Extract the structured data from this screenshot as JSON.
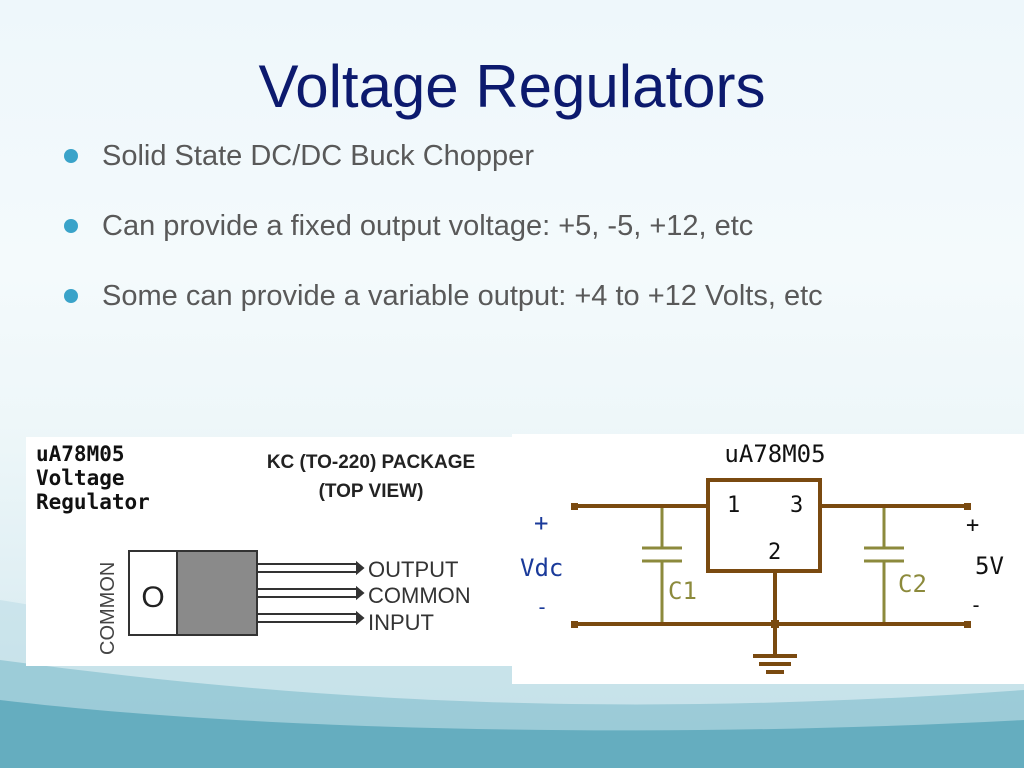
{
  "slide": {
    "title": "Voltage Regulators",
    "bullets": [
      "Solid State DC/DC Buck Chopper",
      "Can provide a fixed output voltage: +5, -5, +12, etc",
      "Some can provide a variable output: +4 to +12 Volts, etc"
    ]
  },
  "package_figure": {
    "part_line1": "uA78M05",
    "part_line2": "Voltage",
    "part_line3": "Regulator",
    "package_line1": "KC (TO-220) PACKAGE",
    "package_line2": "(TOP VIEW)",
    "side_label": "COMMON",
    "tab_label": "O",
    "pins": [
      "OUTPUT",
      "COMMON",
      "INPUT"
    ]
  },
  "circuit_figure": {
    "part": "uA78M05",
    "pin1": "1",
    "pin2": "2",
    "pin3": "3",
    "input_plus": "+",
    "input_label": "Vdc",
    "input_minus": "-",
    "output_plus": "+",
    "output_label": "5V",
    "output_minus": "-",
    "cap1": "C1",
    "cap2": "C2"
  },
  "colors": {
    "title": "#0c1a6e",
    "bullet_text": "#595959",
    "bullet_dot": "#3aa3c9",
    "wire": "#7a4a10",
    "capacitor": "#8c8a3c",
    "vdc_label": "#1a3a9a"
  }
}
